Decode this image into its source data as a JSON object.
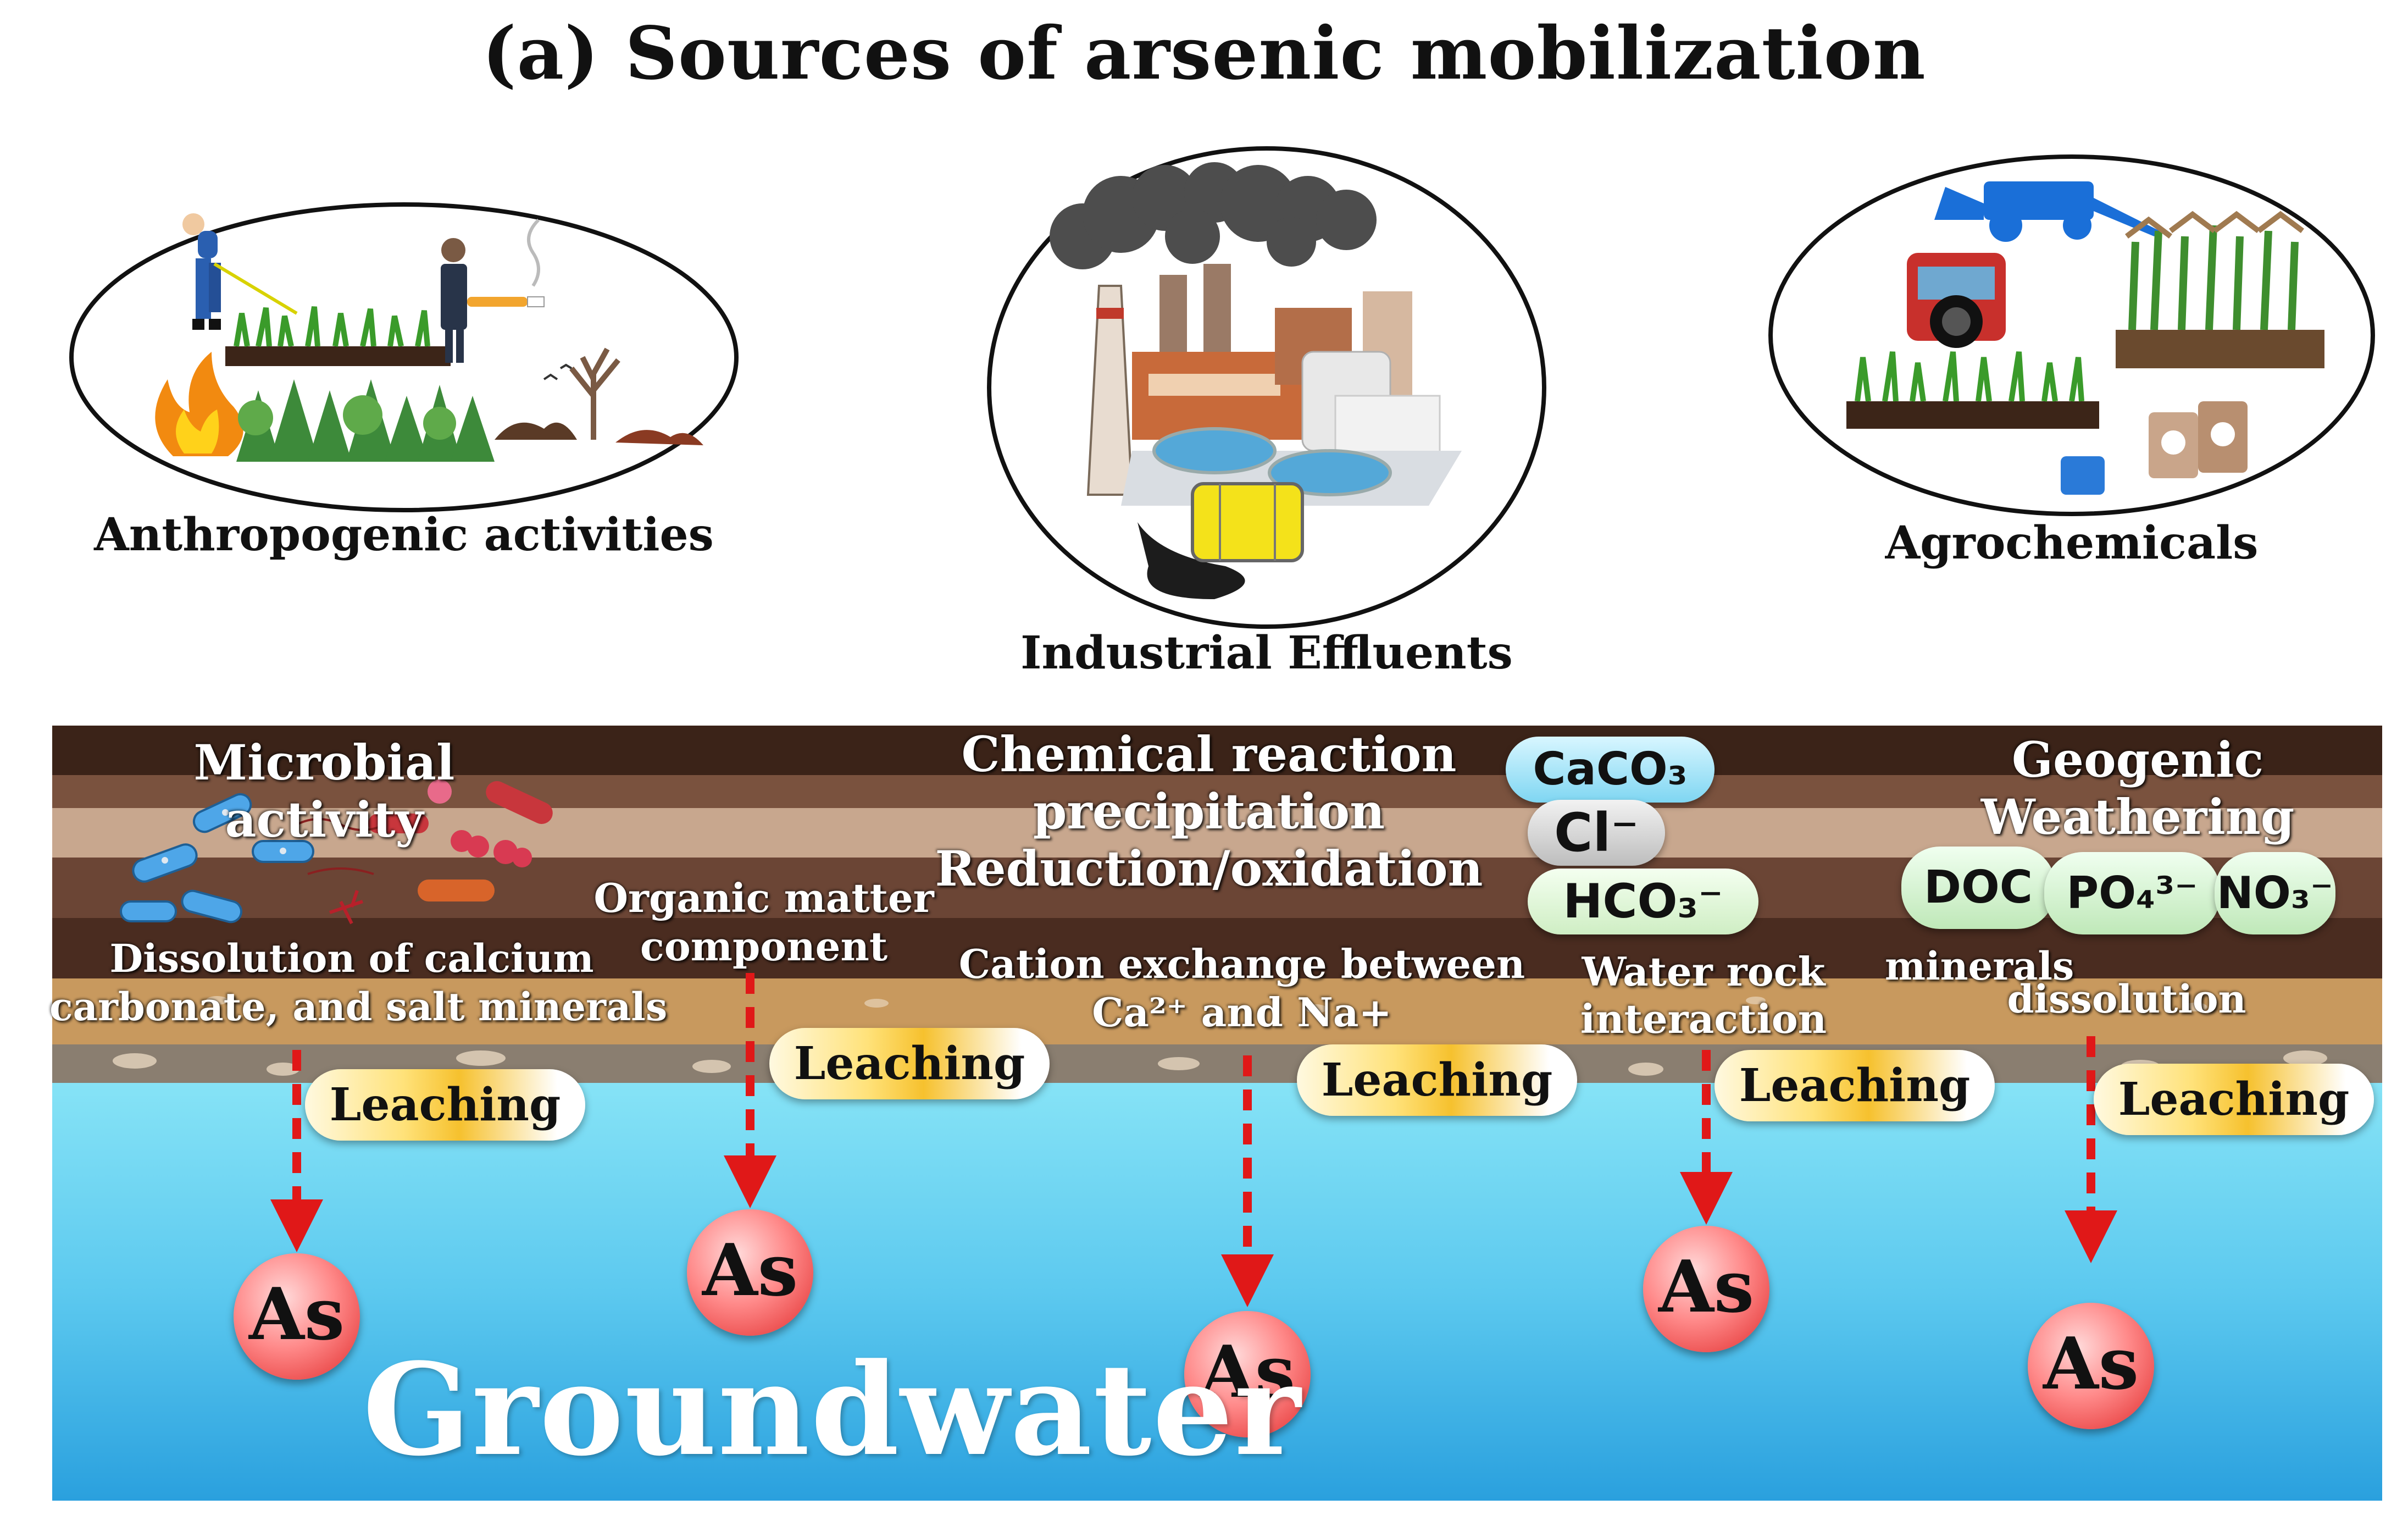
{
  "title": "(a) Sources of arsenic mobilization",
  "sources": {
    "anthropogenic": "Anthropogenic activities",
    "industrial": "Industrial Effluents",
    "agrochemicals": "Agrochemicals"
  },
  "processes": {
    "microbial": [
      "Microbial",
      "activity"
    ],
    "dissolution": [
      "Dissolution of calcium",
      "carbonate, and salt minerals"
    ],
    "organic": [
      "Organic matter",
      "component"
    ],
    "chemical": [
      "Chemical reaction",
      "precipitation",
      "Reduction/oxidation"
    ],
    "cation": [
      "Cation exchange between",
      "Ca²⁺ and Na+"
    ],
    "water_rock": [
      "Water rock",
      "interaction"
    ],
    "geogenic": [
      "Geogenic",
      "Weathering"
    ],
    "minerals": "minerals",
    "dissolution2": "dissolution"
  },
  "ions": {
    "caco3": "CaCO₃",
    "cl": "Cl⁻",
    "hco3": "HCO₃⁻",
    "doc": "DOC",
    "po4": "PO₄³⁻",
    "no3": "NO₃⁻"
  },
  "leaching_label": "Leaching",
  "arsenic_label": "As",
  "groundwater_label": "Groundwater",
  "colors": {
    "soil_top": "#3b2318",
    "soil_mid": "#6b4a38",
    "soil_light": "#c9a98d",
    "sand": "#c89b63",
    "gravel": "#8a7f73",
    "water_top": "#7fe0f5",
    "water_bottom": "#2aa6e0",
    "arrow_red": "#e01818",
    "leaching_gold": "#f6c12e",
    "as_red": "#e02b2b"
  },
  "icons": [
    "sprayer-worker-icon",
    "businessman-smoking-icon",
    "fire-icon",
    "forest-icon",
    "dead-tree-icon",
    "factory-icon",
    "smoke-icon",
    "water-treatment-icon",
    "oil-barrel-icon",
    "tractor-icon",
    "bulldozer-icon",
    "crop-field-icon",
    "fertilizer-bag-icon",
    "bacteria-icon"
  ]
}
